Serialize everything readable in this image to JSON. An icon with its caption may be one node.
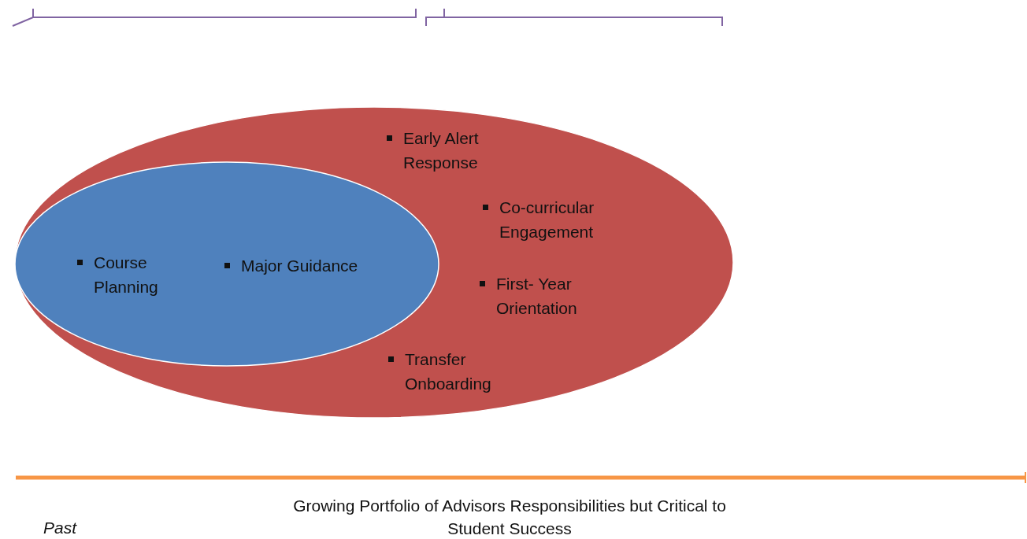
{
  "diagram": {
    "nodes": [
      {
        "text": [
          "Early Alert Response",
          "Co-curricular Engagement",
          "First- Year Orientation",
          "Transfer Onboarding"
        ]
      },
      {
        "text": [
          "Course Planning",
          "Major Guidance"
        ],
        "in": 0
      }
    ],
    "labels": [
      "Growing Portfolio of Advisors Responsibilities but Critical to Student Success",
      "Past"
    ]
  }
}
